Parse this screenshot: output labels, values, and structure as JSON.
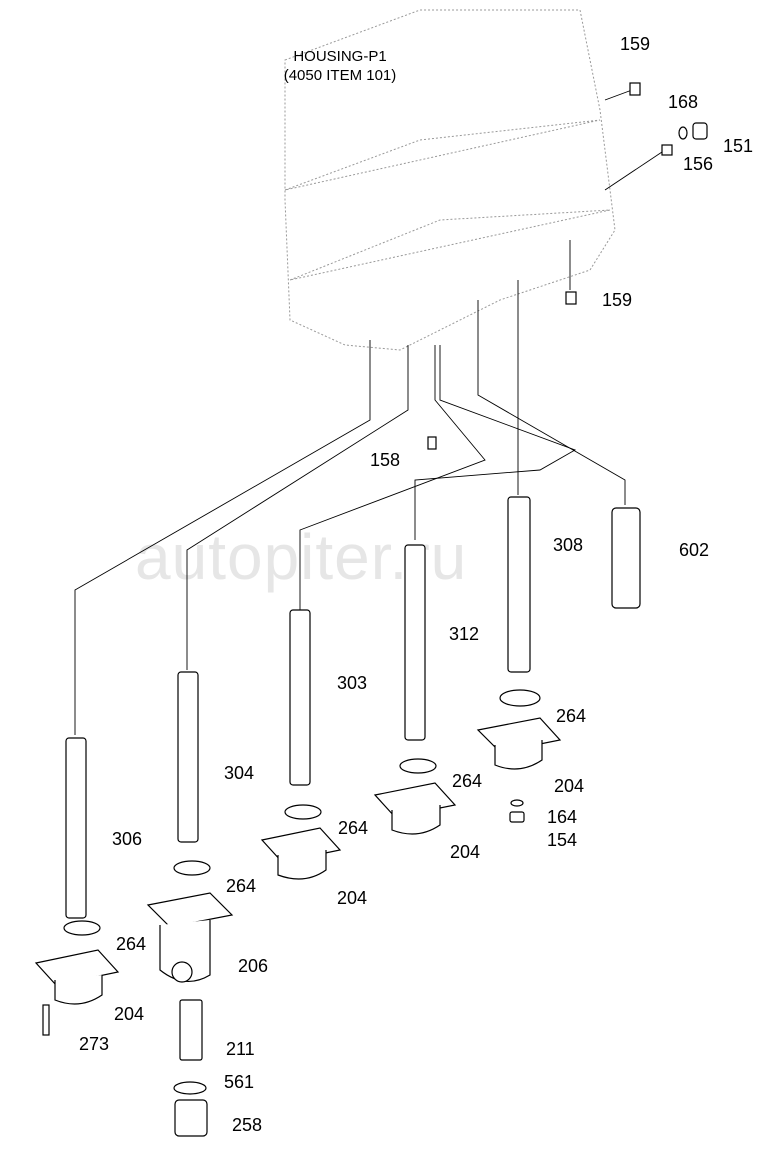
{
  "housing": {
    "title": "HOUSING-P1",
    "subtitle": "(4050 ITEM 101)"
  },
  "watermark": "autopiter.ru",
  "labels": [
    "159",
    "168",
    "151",
    "156",
    "159",
    "158",
    "308",
    "602",
    "312",
    "303",
    "304",
    "306",
    "264",
    "264",
    "264",
    "264",
    "264",
    "204",
    "204",
    "204",
    "204",
    "164",
    "154",
    "206",
    "273",
    "211",
    "561",
    "258"
  ]
}
